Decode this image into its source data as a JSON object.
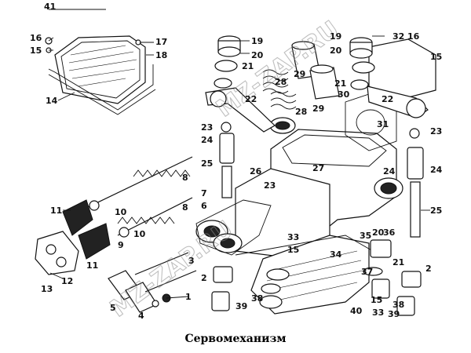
{
  "caption": "Сервомеханизм",
  "watermark": "MZ-ZAP.RU",
  "callouts": [
    "41",
    "16",
    "15",
    "17",
    "18",
    "14",
    "19",
    "20",
    "21",
    "22",
    "28",
    "29",
    "30",
    "31",
    "32",
    "16",
    "15",
    "22",
    "23",
    "24",
    "25",
    "26",
    "27",
    "8",
    "7",
    "6",
    "11",
    "10",
    "9",
    "12",
    "13",
    "3",
    "2",
    "5",
    "4",
    "1",
    "39",
    "33",
    "15",
    "34",
    "35",
    "20",
    "36",
    "37",
    "38",
    "40",
    "33",
    "15",
    "38",
    "39",
    "25",
    "24",
    "23",
    "21",
    "2",
    "8",
    "11",
    "10",
    "19",
    "20",
    "21",
    "28",
    "29",
    "23",
    "24"
  ]
}
